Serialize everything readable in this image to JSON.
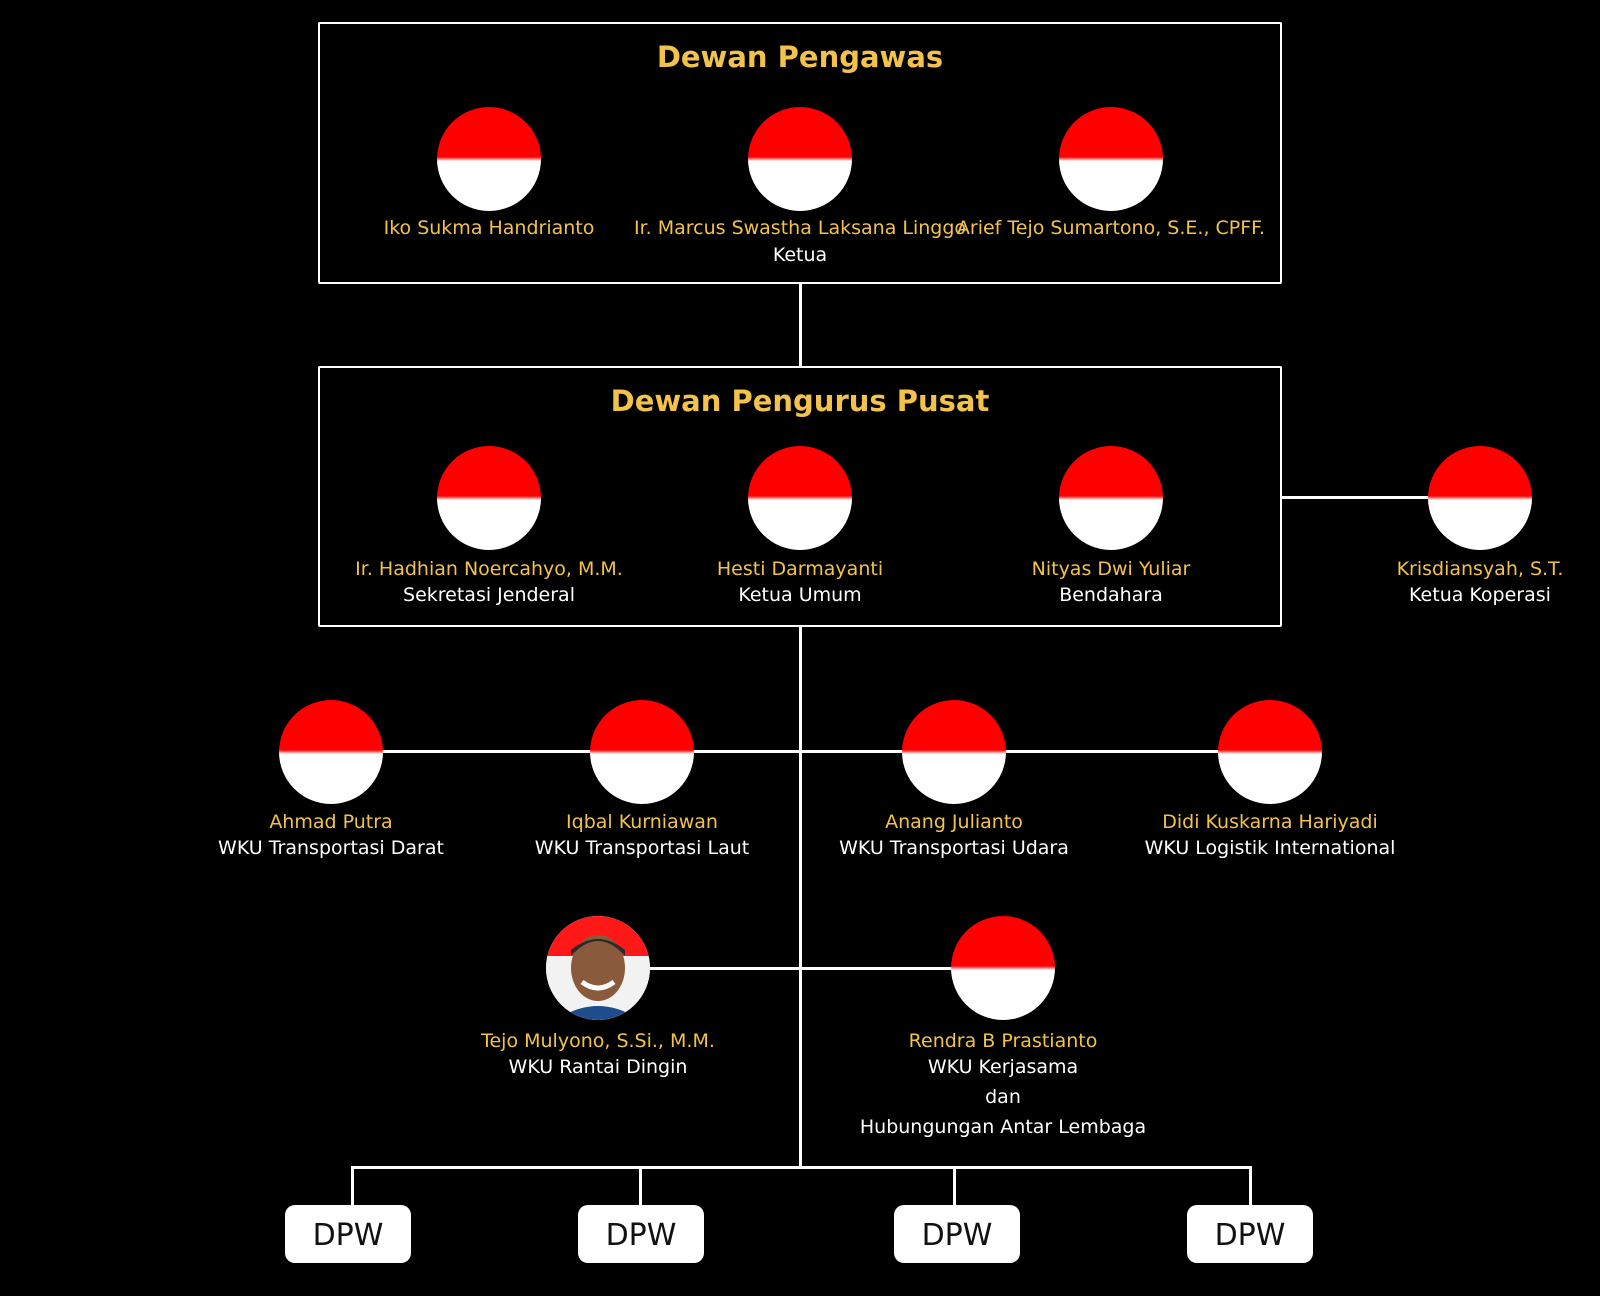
{
  "supervisory_board": {
    "title": "Dewan Pengawas",
    "members": [
      {
        "name": "Iko Sukma Handrianto",
        "role": ""
      },
      {
        "name": "Ir. Marcus Swastha Laksana Linggo",
        "role": "Ketua"
      },
      {
        "name": "Arief Tejo Sumartono, S.E., CPFF.",
        "role": ""
      }
    ]
  },
  "central_board": {
    "title": "Dewan Pengurus Pusat",
    "members": [
      {
        "name": "Ir. Hadhian Noercahyo, M.M.",
        "role": "Sekretasi Jenderal"
      },
      {
        "name": "Hesti Darmayanti",
        "role": "Ketua Umum"
      },
      {
        "name": "Nityas Dwi Yuliar",
        "role": "Bendahara"
      }
    ]
  },
  "cooperative": {
    "name": "Krisdiansyah, S.T.",
    "role": "Ketua Koperasi"
  },
  "vice_chairs_row1": [
    {
      "name": "Ahmad Putra",
      "role": "WKU Transportasi Darat"
    },
    {
      "name": "Iqbal Kurniawan",
      "role": "WKU Transportasi Laut"
    },
    {
      "name": "Anang Julianto",
      "role": "WKU Transportasi Udara"
    },
    {
      "name": "Didi Kuskarna Hariyadi",
      "role": "WKU Logistik International"
    }
  ],
  "vice_chairs_row2": [
    {
      "name": "Tejo Mulyono, S.Si., M.M.",
      "role": "WKU Rantai Dingin",
      "avatar": "person-photo"
    },
    {
      "name": "Rendra B Prastianto",
      "role_lines": [
        "WKU Kerjasama",
        "dan",
        "Hubungungan Antar Lembaga"
      ]
    }
  ],
  "regional_units": [
    "DPW",
    "DPW",
    "DPW",
    "DPW"
  ],
  "colors": {
    "accent": "#f3c24a",
    "flag_red": "#ff0000",
    "flag_white": "#ffffff",
    "background": "#000000"
  }
}
